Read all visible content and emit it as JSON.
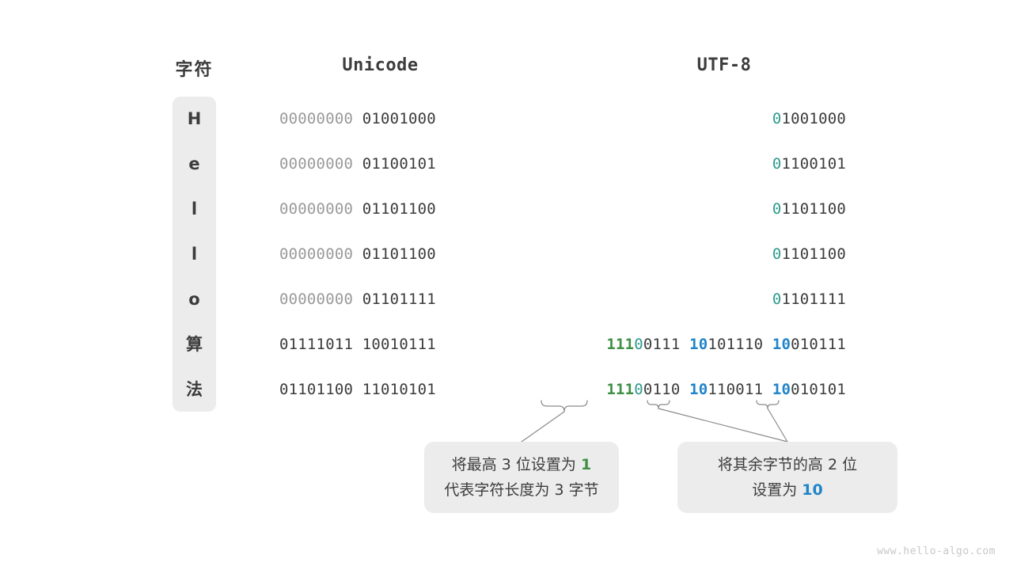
{
  "headers": {
    "char": "字符",
    "unicode": "Unicode",
    "utf8": "UTF-8"
  },
  "rows": [
    {
      "char": "H",
      "unicode": [
        {
          "text": "00000000",
          "style": "dim"
        },
        {
          "text": " ",
          "style": "dim"
        },
        {
          "text": "01001000",
          "style": "dark"
        }
      ],
      "utf8": [
        {
          "text": "0",
          "style": "teal"
        },
        {
          "text": "1001000",
          "style": "dark"
        }
      ]
    },
    {
      "char": "e",
      "unicode": [
        {
          "text": "00000000",
          "style": "dim"
        },
        {
          "text": " ",
          "style": "dim"
        },
        {
          "text": "01100101",
          "style": "dark"
        }
      ],
      "utf8": [
        {
          "text": "0",
          "style": "teal"
        },
        {
          "text": "1100101",
          "style": "dark"
        }
      ]
    },
    {
      "char": "l",
      "unicode": [
        {
          "text": "00000000",
          "style": "dim"
        },
        {
          "text": " ",
          "style": "dim"
        },
        {
          "text": "01101100",
          "style": "dark"
        }
      ],
      "utf8": [
        {
          "text": "0",
          "style": "teal"
        },
        {
          "text": "1101100",
          "style": "dark"
        }
      ]
    },
    {
      "char": "l",
      "unicode": [
        {
          "text": "00000000",
          "style": "dim"
        },
        {
          "text": " ",
          "style": "dim"
        },
        {
          "text": "01101100",
          "style": "dark"
        }
      ],
      "utf8": [
        {
          "text": "0",
          "style": "teal"
        },
        {
          "text": "1101100",
          "style": "dark"
        }
      ]
    },
    {
      "char": "o",
      "unicode": [
        {
          "text": "00000000",
          "style": "dim"
        },
        {
          "text": " ",
          "style": "dim"
        },
        {
          "text": "01101111",
          "style": "dark"
        }
      ],
      "utf8": [
        {
          "text": "0",
          "style": "teal"
        },
        {
          "text": "1101111",
          "style": "dark"
        }
      ]
    },
    {
      "char": "算",
      "unicode": [
        {
          "text": "01111011",
          "style": "dark"
        },
        {
          "text": " ",
          "style": "dark"
        },
        {
          "text": "10010111",
          "style": "dark"
        }
      ],
      "utf8": [
        {
          "text": "111",
          "style": "green"
        },
        {
          "text": "0",
          "style": "teal"
        },
        {
          "text": "0111",
          "style": "dark"
        },
        {
          "text": " ",
          "style": "dark"
        },
        {
          "text": "10",
          "style": "blue"
        },
        {
          "text": "101110",
          "style": "dark"
        },
        {
          "text": " ",
          "style": "dark"
        },
        {
          "text": "10",
          "style": "blue"
        },
        {
          "text": "010111",
          "style": "dark"
        }
      ]
    },
    {
      "char": "法",
      "unicode": [
        {
          "text": "01101100",
          "style": "dark"
        },
        {
          "text": " ",
          "style": "dark"
        },
        {
          "text": "11010101",
          "style": "dark"
        }
      ],
      "utf8": [
        {
          "text": "111",
          "style": "green"
        },
        {
          "text": "0",
          "style": "teal"
        },
        {
          "text": "0110",
          "style": "dark"
        },
        {
          "text": " ",
          "style": "dark"
        },
        {
          "text": "10",
          "style": "blue"
        },
        {
          "text": "110011",
          "style": "dark"
        },
        {
          "text": " ",
          "style": "dark"
        },
        {
          "text": "10",
          "style": "blue"
        },
        {
          "text": "010101",
          "style": "dark"
        }
      ]
    }
  ],
  "callouts": [
    {
      "lines": [
        [
          {
            "text": "将最高 3 位设置为 ",
            "style": "plain"
          },
          {
            "text": "1",
            "style": "green"
          }
        ],
        [
          {
            "text": "代表字符长度为 3 字节",
            "style": "plain"
          }
        ]
      ]
    },
    {
      "lines": [
        [
          {
            "text": "将其余字节的高 2 位",
            "style": "plain"
          }
        ],
        [
          {
            "text": "设置为 ",
            "style": "plain"
          },
          {
            "text": "10",
            "style": "blue"
          }
        ]
      ]
    }
  ],
  "watermark": "www.hello-algo.com",
  "colors": {
    "teal": "#2f9b8c",
    "green": "#3f8f45",
    "blue": "#1f84c8",
    "dim": "#9a9a9a",
    "dark": "#3c3c3c",
    "chip_bg": "#ececec",
    "connector": "#8a8a8a"
  }
}
